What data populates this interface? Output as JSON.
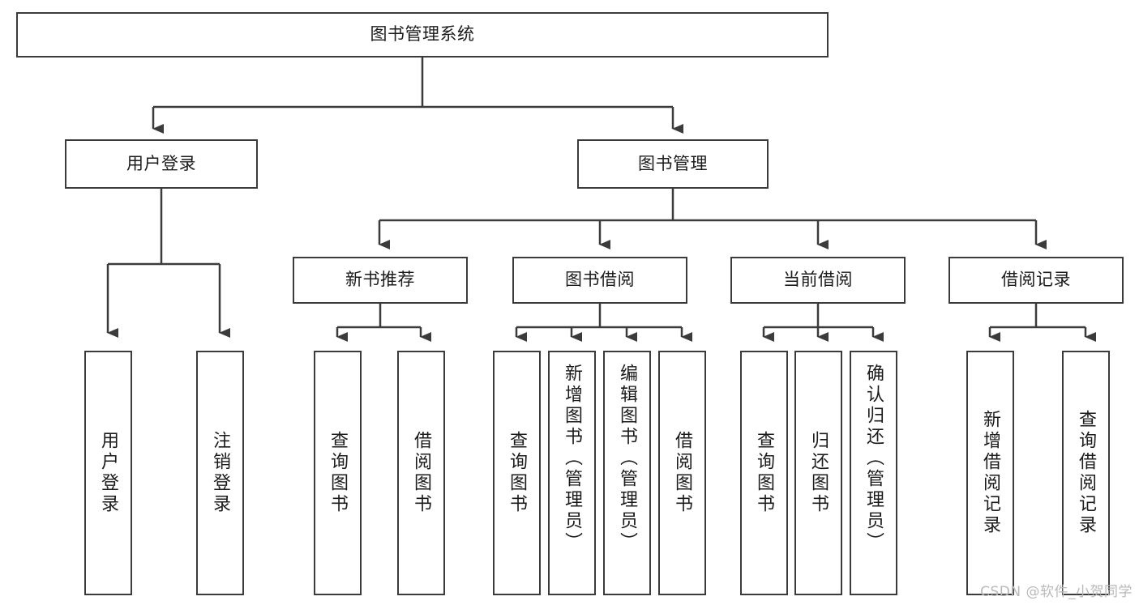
{
  "diagram": {
    "title": "图书管理系统",
    "type": "tree-hierarchy-chart",
    "root": {
      "label": "图书管理系统"
    },
    "level2": [
      {
        "label": "用户登录"
      },
      {
        "label": "图书管理"
      }
    ],
    "level3": [
      {
        "label": "新书推荐"
      },
      {
        "label": "图书借阅"
      },
      {
        "label": "当前借阅"
      },
      {
        "label": "借阅记录"
      }
    ],
    "leaves": {
      "user_login": [
        {
          "label": "用户登录"
        },
        {
          "label": "注销登录"
        }
      ],
      "new_book_recommend": [
        {
          "label": "查询图书"
        },
        {
          "label": "借阅图书"
        }
      ],
      "book_borrow": [
        {
          "label": "查询图书"
        },
        {
          "label": "新增图书（管理员）"
        },
        {
          "label": "编辑图书（管理员）"
        },
        {
          "label": "借阅图书"
        }
      ],
      "current_borrow": [
        {
          "label": "查询图书"
        },
        {
          "label": "归还图书"
        },
        {
          "label": "确认归还（管理员）"
        }
      ],
      "borrow_records": [
        {
          "label": "新增借阅记录"
        },
        {
          "label": "查询借阅记录"
        }
      ]
    }
  },
  "watermark": {
    "text": "CSDN @软件_小贺同学"
  },
  "colors": {
    "stroke": "#3b3b3b",
    "background": "#ffffff",
    "text": "#1b1b1b",
    "watermark": "#b9b9b9"
  }
}
